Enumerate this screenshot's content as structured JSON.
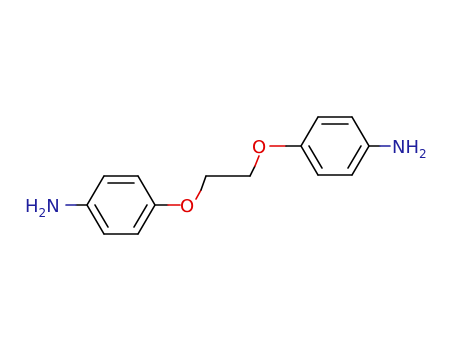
{
  "molecule": {
    "atoms": {
      "o_left": {
        "symbol": "O",
        "color": "#e00000"
      },
      "o_right": {
        "symbol": "O",
        "color": "#e00000"
      },
      "n_left": {
        "symbol": "H",
        "subscript": "2",
        "suffix": "N",
        "color": "#1f1f9e"
      },
      "n_right": {
        "symbol": "NH",
        "subscript": "2",
        "color": "#1f1f9e"
      }
    }
  }
}
